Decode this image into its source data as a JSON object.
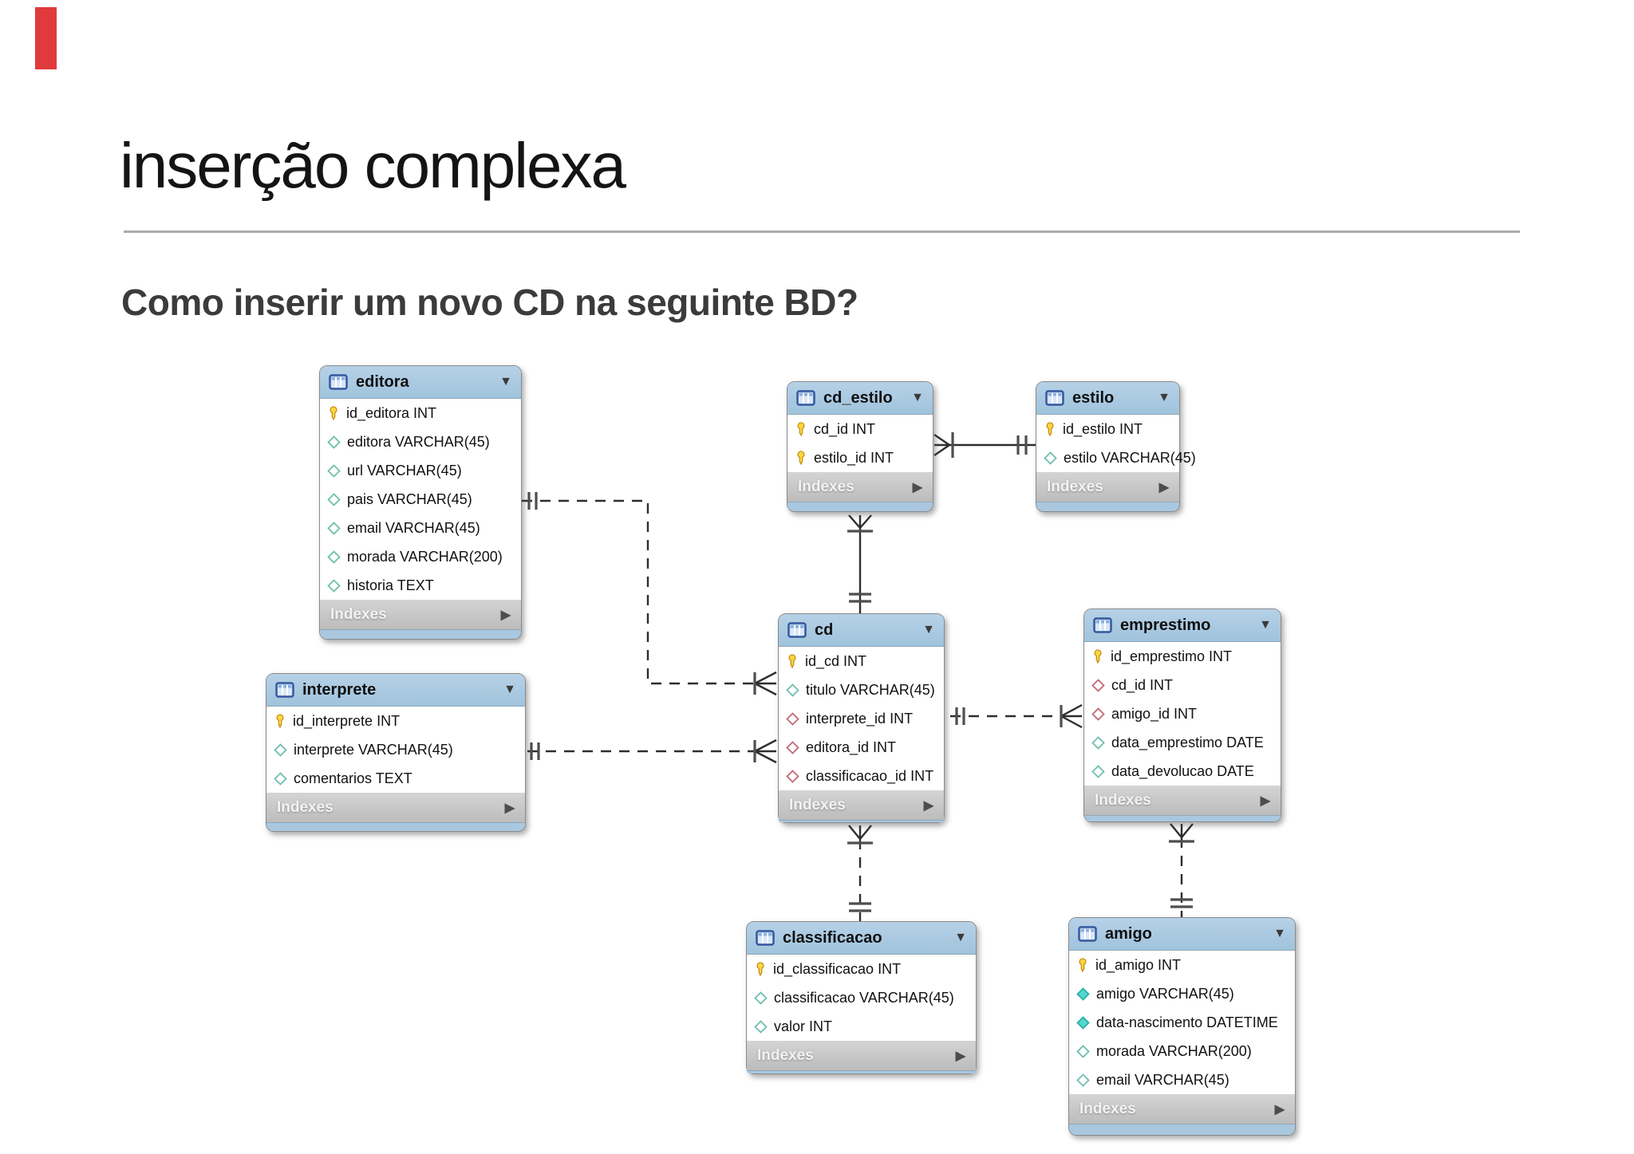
{
  "slide": {
    "title": "inserção complexa",
    "subtitle": "Como inserir um novo CD na seguinte BD?",
    "accent_color": "#e13a3c"
  },
  "diagram": {
    "indexes_label": "Indexes",
    "collapse_icon": "▼",
    "expand_icon": "▶",
    "header_color": "#a9c8e0",
    "key_icon_color": "#ffd73e",
    "attribute_icon_color": "#6fbfae",
    "fk_icon_color": "#c26975",
    "tables": [
      {
        "name": "editora",
        "fields": [
          {
            "icon": "key",
            "text": "id_editora INT"
          },
          {
            "icon": "diamond-teal",
            "text": "editora VARCHAR(45)"
          },
          {
            "icon": "diamond-teal",
            "text": "url VARCHAR(45)"
          },
          {
            "icon": "diamond-teal",
            "text": "pais VARCHAR(45)"
          },
          {
            "icon": "diamond-teal",
            "text": "email VARCHAR(45)"
          },
          {
            "icon": "diamond-teal",
            "text": "morada VARCHAR(200)"
          },
          {
            "icon": "diamond-teal",
            "text": "historia TEXT"
          }
        ]
      },
      {
        "name": "interprete",
        "fields": [
          {
            "icon": "key",
            "text": "id_interprete INT"
          },
          {
            "icon": "diamond-teal",
            "text": "interprete VARCHAR(45)"
          },
          {
            "icon": "diamond-teal",
            "text": "comentarios TEXT"
          }
        ]
      },
      {
        "name": "cd_estilo",
        "fields": [
          {
            "icon": "key",
            "text": "cd_id INT"
          },
          {
            "icon": "key",
            "text": "estilo_id INT"
          }
        ]
      },
      {
        "name": "estilo",
        "fields": [
          {
            "icon": "key",
            "text": "id_estilo INT"
          },
          {
            "icon": "diamond-teal",
            "text": "estilo VARCHAR(45)"
          }
        ]
      },
      {
        "name": "cd",
        "fields": [
          {
            "icon": "key",
            "text": "id_cd INT"
          },
          {
            "icon": "diamond-teal",
            "text": "titulo VARCHAR(45)"
          },
          {
            "icon": "diamond-red",
            "text": "interprete_id INT"
          },
          {
            "icon": "diamond-red",
            "text": "editora_id INT"
          },
          {
            "icon": "diamond-red",
            "text": "classificacao_id INT"
          }
        ]
      },
      {
        "name": "emprestimo",
        "fields": [
          {
            "icon": "key",
            "text": "id_emprestimo INT"
          },
          {
            "icon": "diamond-red",
            "text": "cd_id INT"
          },
          {
            "icon": "diamond-red",
            "text": "amigo_id INT"
          },
          {
            "icon": "diamond-teal",
            "text": "data_emprestimo DATE"
          },
          {
            "icon": "diamond-teal",
            "text": "data_devolucao DATE"
          }
        ]
      },
      {
        "name": "classificacao",
        "fields": [
          {
            "icon": "key",
            "text": "id_classificacao INT"
          },
          {
            "icon": "diamond-teal",
            "text": "classificacao VARCHAR(45)"
          },
          {
            "icon": "diamond-teal",
            "text": "valor INT"
          }
        ]
      },
      {
        "name": "amigo",
        "fields": [
          {
            "icon": "key",
            "text": "id_amigo INT"
          },
          {
            "icon": "diamond-filled",
            "text": "amigo VARCHAR(45)"
          },
          {
            "icon": "diamond-filled",
            "text": "data-nascimento DATETIME"
          },
          {
            "icon": "diamond-teal",
            "text": "morada VARCHAR(200)"
          },
          {
            "icon": "diamond-teal",
            "text": "email VARCHAR(45)"
          }
        ]
      }
    ],
    "relationships": [
      {
        "from": "editora",
        "to": "cd",
        "cardinality": "1:n",
        "line": "dashed"
      },
      {
        "from": "interprete",
        "to": "cd",
        "cardinality": "1:n",
        "line": "dashed"
      },
      {
        "from": "estilo",
        "to": "cd_estilo",
        "cardinality": "1:n",
        "line": "solid"
      },
      {
        "from": "cd",
        "to": "cd_estilo",
        "cardinality": "1:n",
        "line": "solid"
      },
      {
        "from": "classificacao",
        "to": "cd",
        "cardinality": "1:n",
        "line": "dashed"
      },
      {
        "from": "cd",
        "to": "emprestimo",
        "cardinality": "1:n",
        "line": "dashed"
      },
      {
        "from": "amigo",
        "to": "emprestimo",
        "cardinality": "1:n",
        "line": "dashed"
      }
    ]
  }
}
